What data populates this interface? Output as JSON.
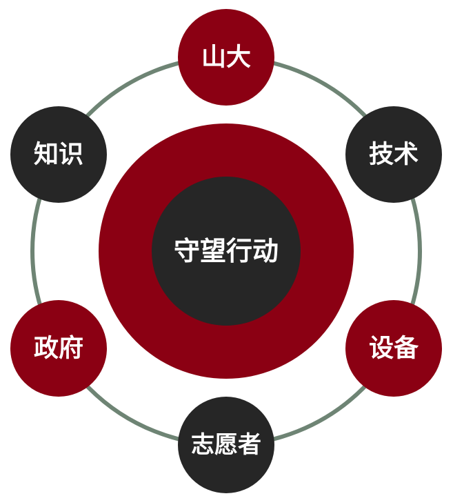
{
  "colors": {
    "ring": "#6e8474",
    "red": "#8b0013",
    "dark": "#262626",
    "text": "#ffffff"
  },
  "center": {
    "label": "守望行动"
  },
  "nodes": [
    {
      "id": "shanda",
      "label": "山大",
      "fill": "red"
    },
    {
      "id": "jishu",
      "label": "技术",
      "fill": "dark"
    },
    {
      "id": "shebei",
      "label": "设备",
      "fill": "red"
    },
    {
      "id": "zhiyuanzhe",
      "label": "志愿者",
      "fill": "dark"
    },
    {
      "id": "zhengfu",
      "label": "政府",
      "fill": "red"
    },
    {
      "id": "zhishi",
      "label": "知识",
      "fill": "dark"
    }
  ]
}
